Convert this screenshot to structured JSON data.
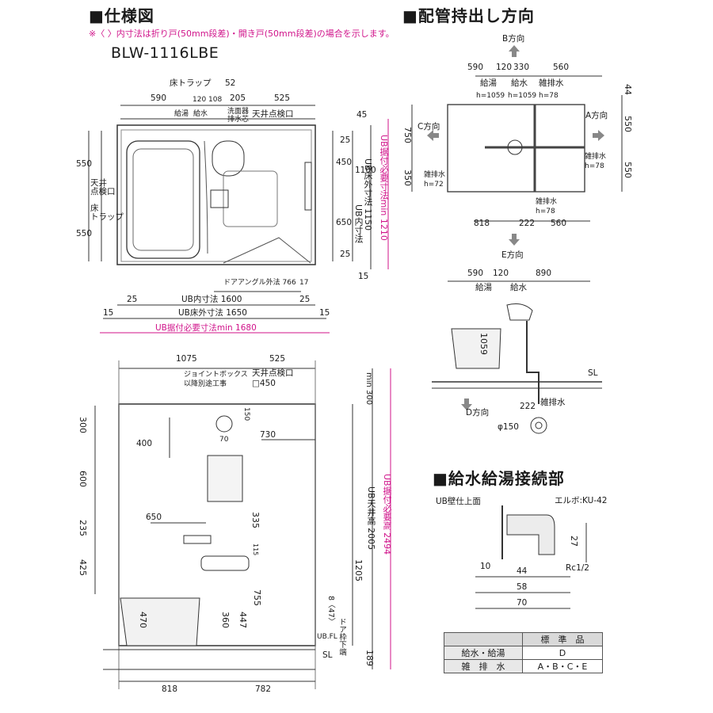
{
  "titles": {
    "spec": "■仕様図",
    "piping": "■配管持出し方向",
    "connection": "■給水給湯接続部"
  },
  "note": "※〈 〉内寸法は折り戸(50mm段差)・開き戸(50mm段差)の場合を示します。",
  "model": "BLW-1116LBE",
  "plan": {
    "top_labels": [
      "床トラップ",
      "52",
      "590",
      "120",
      "108",
      "205",
      "525",
      "給湯",
      "給水",
      "洗面器",
      "排水芯",
      "天井点検口",
      "45"
    ],
    "left_labels": [
      "550",
      "550",
      "天井",
      "点検口",
      "床",
      "トラップ"
    ],
    "right_labels": [
      "25",
      "450",
      "1100",
      "650",
      "25",
      "15"
    ],
    "right_vertical": [
      "UB内寸法",
      "UB床外寸法 1150",
      "UB据付必要寸法min 1210"
    ],
    "door_angle": "ドアアングル外法 766",
    "door_offset": "17",
    "bottom": {
      "ub_inner": "UB内寸法 1600",
      "ub_floor": "UB床外寸法 1650",
      "ub_install": "UB据付必要寸法min 1680",
      "side_25": "25",
      "side_15": "15"
    }
  },
  "elevation": {
    "top_labels": [
      "1075",
      "525",
      "ジョイントボックス",
      "以降別途工事",
      "天井点検口",
      "□450",
      "min 300"
    ],
    "left_labels": [
      "300",
      "600",
      "235",
      "425"
    ],
    "inner_labels": [
      "400",
      "150",
      "70",
      "730",
      "650",
      "335",
      "115",
      "470",
      "360",
      "447",
      "755",
      "1205",
      "8〈47〉"
    ],
    "right_vertical": [
      "UB天井高 2005",
      "UB据付必要高 2494"
    ],
    "door_frame": "ドア枠下端",
    "ub_fl": "UB.FL",
    "sl": "SL",
    "bottom_189": "189",
    "bottom_labels": [
      "818",
      "782"
    ]
  },
  "piping": {
    "top_dir": "B方向",
    "left_dir": "C方向",
    "right_dir": "A方向",
    "bottom_dir": "E方向",
    "top_dims": [
      "590",
      "120",
      "330",
      "560"
    ],
    "hot": "給湯",
    "hot_h": "h=1059",
    "cold": "給水",
    "cold_h": "h=1059",
    "drain_top": "雑排水",
    "drain_top_h": "h=78",
    "right_dims": [
      "44",
      "550",
      "550"
    ],
    "left_dims": [
      "750",
      "350"
    ],
    "drain_right": "雑排水",
    "drain_right_h": "h=78",
    "drain_left": "雑排水",
    "drain_left_h": "h=72",
    "drain_bottom": "雑排水",
    "drain_bottom_h": "h=78",
    "bottom_dims": [
      "818",
      "222",
      "560"
    ]
  },
  "section": {
    "top_dims": [
      "590",
      "120",
      "890"
    ],
    "hot": "給湯",
    "cold": "給水",
    "h1059": "1059",
    "sl": "SL",
    "d_dir": "D方向",
    "d222": "222",
    "drain": "雑排水",
    "phi": "φ150"
  },
  "connection": {
    "wall": "UB壁仕上面",
    "elbow": "エルボ:KU-42",
    "dims": [
      "27",
      "10",
      "44",
      "58",
      "70"
    ],
    "thread": "Rc1/2"
  },
  "table": {
    "header": "標　準　品",
    "rows": [
      {
        "label": "給水・給湯",
        "value": "D"
      },
      {
        "label": "雑　排　水",
        "value": "A・B・C・E"
      }
    ]
  },
  "colors": {
    "accent": "#d0138a",
    "line": "#333333",
    "wall": "#9a9a9a"
  }
}
